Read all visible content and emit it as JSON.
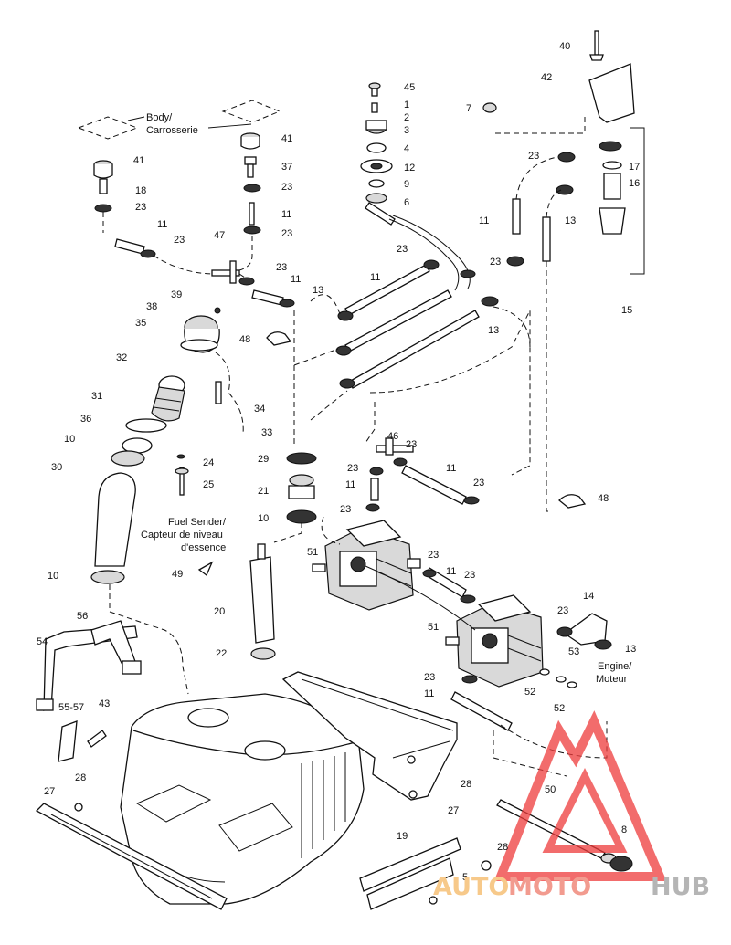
{
  "notes": {
    "body": "Body/",
    "carrosserie": "Carrosserie",
    "fuel_sender_1": "Fuel Sender/",
    "fuel_sender_2": "Capteur de niveau",
    "fuel_sender_3": "d'essence",
    "engine_1": "Engine/",
    "engine_2": "Moteur"
  },
  "callouts": {
    "c40": "40",
    "c42": "42",
    "c7": "7",
    "c45": "45",
    "c1": "1",
    "c2": "2",
    "c3": "3",
    "c4": "4",
    "c12": "12",
    "c9": "9",
    "c6": "6",
    "c41a": "41",
    "c41b": "41",
    "c37": "37",
    "c23a": "23",
    "c18": "18",
    "c23b": "23",
    "c11a": "11",
    "c23c": "23",
    "c11b": "11",
    "c23d": "23",
    "c47": "47",
    "c23e": "23",
    "c11c": "11",
    "c13a": "13",
    "c23f": "23",
    "c11d": "11",
    "c23g": "23",
    "c23h": "23",
    "c11e": "11",
    "c13b": "13",
    "c17": "17",
    "c16": "16",
    "c15": "15",
    "c13c": "13",
    "c38": "38",
    "c39": "39",
    "c35": "35",
    "c48a": "48",
    "c32": "32",
    "c34": "34",
    "c33": "33",
    "c31": "31",
    "c36": "36",
    "c10a": "10",
    "c24": "24",
    "c30": "30",
    "c25": "25",
    "c29": "29",
    "c21": "21",
    "c10b": "10",
    "c46": "46",
    "c23i": "23",
    "c23j": "23",
    "c11f": "11",
    "c11g": "11",
    "c23k": "23",
    "c23l": "23",
    "c48b": "48",
    "c51a": "51",
    "c49": "49",
    "c10c": "10",
    "c23m": "23",
    "c11h": "11",
    "c23n": "23",
    "c20": "20",
    "c14": "14",
    "c23o": "23",
    "c51b": "51",
    "c13d": "13",
    "c53": "53",
    "c56": "56",
    "c54": "54",
    "c22": "22",
    "c23p": "23",
    "c11i": "11",
    "c52a": "52",
    "c52b": "52",
    "c55": "55-57",
    "c43": "43",
    "c28a": "28",
    "c28b": "28",
    "c27a": "27",
    "c27b": "27",
    "c19": "19",
    "c50": "50",
    "c8": "8",
    "c28c": "28",
    "c5": "5"
  },
  "watermark": {
    "auto": "AUTO",
    "moto": "MOTO",
    "hub": "HUB",
    "colors": {
      "auto": "#f7c98a",
      "moto": "#f29b8f",
      "hub": "#b5b5b5",
      "triangle": "#ee3b3b"
    }
  }
}
